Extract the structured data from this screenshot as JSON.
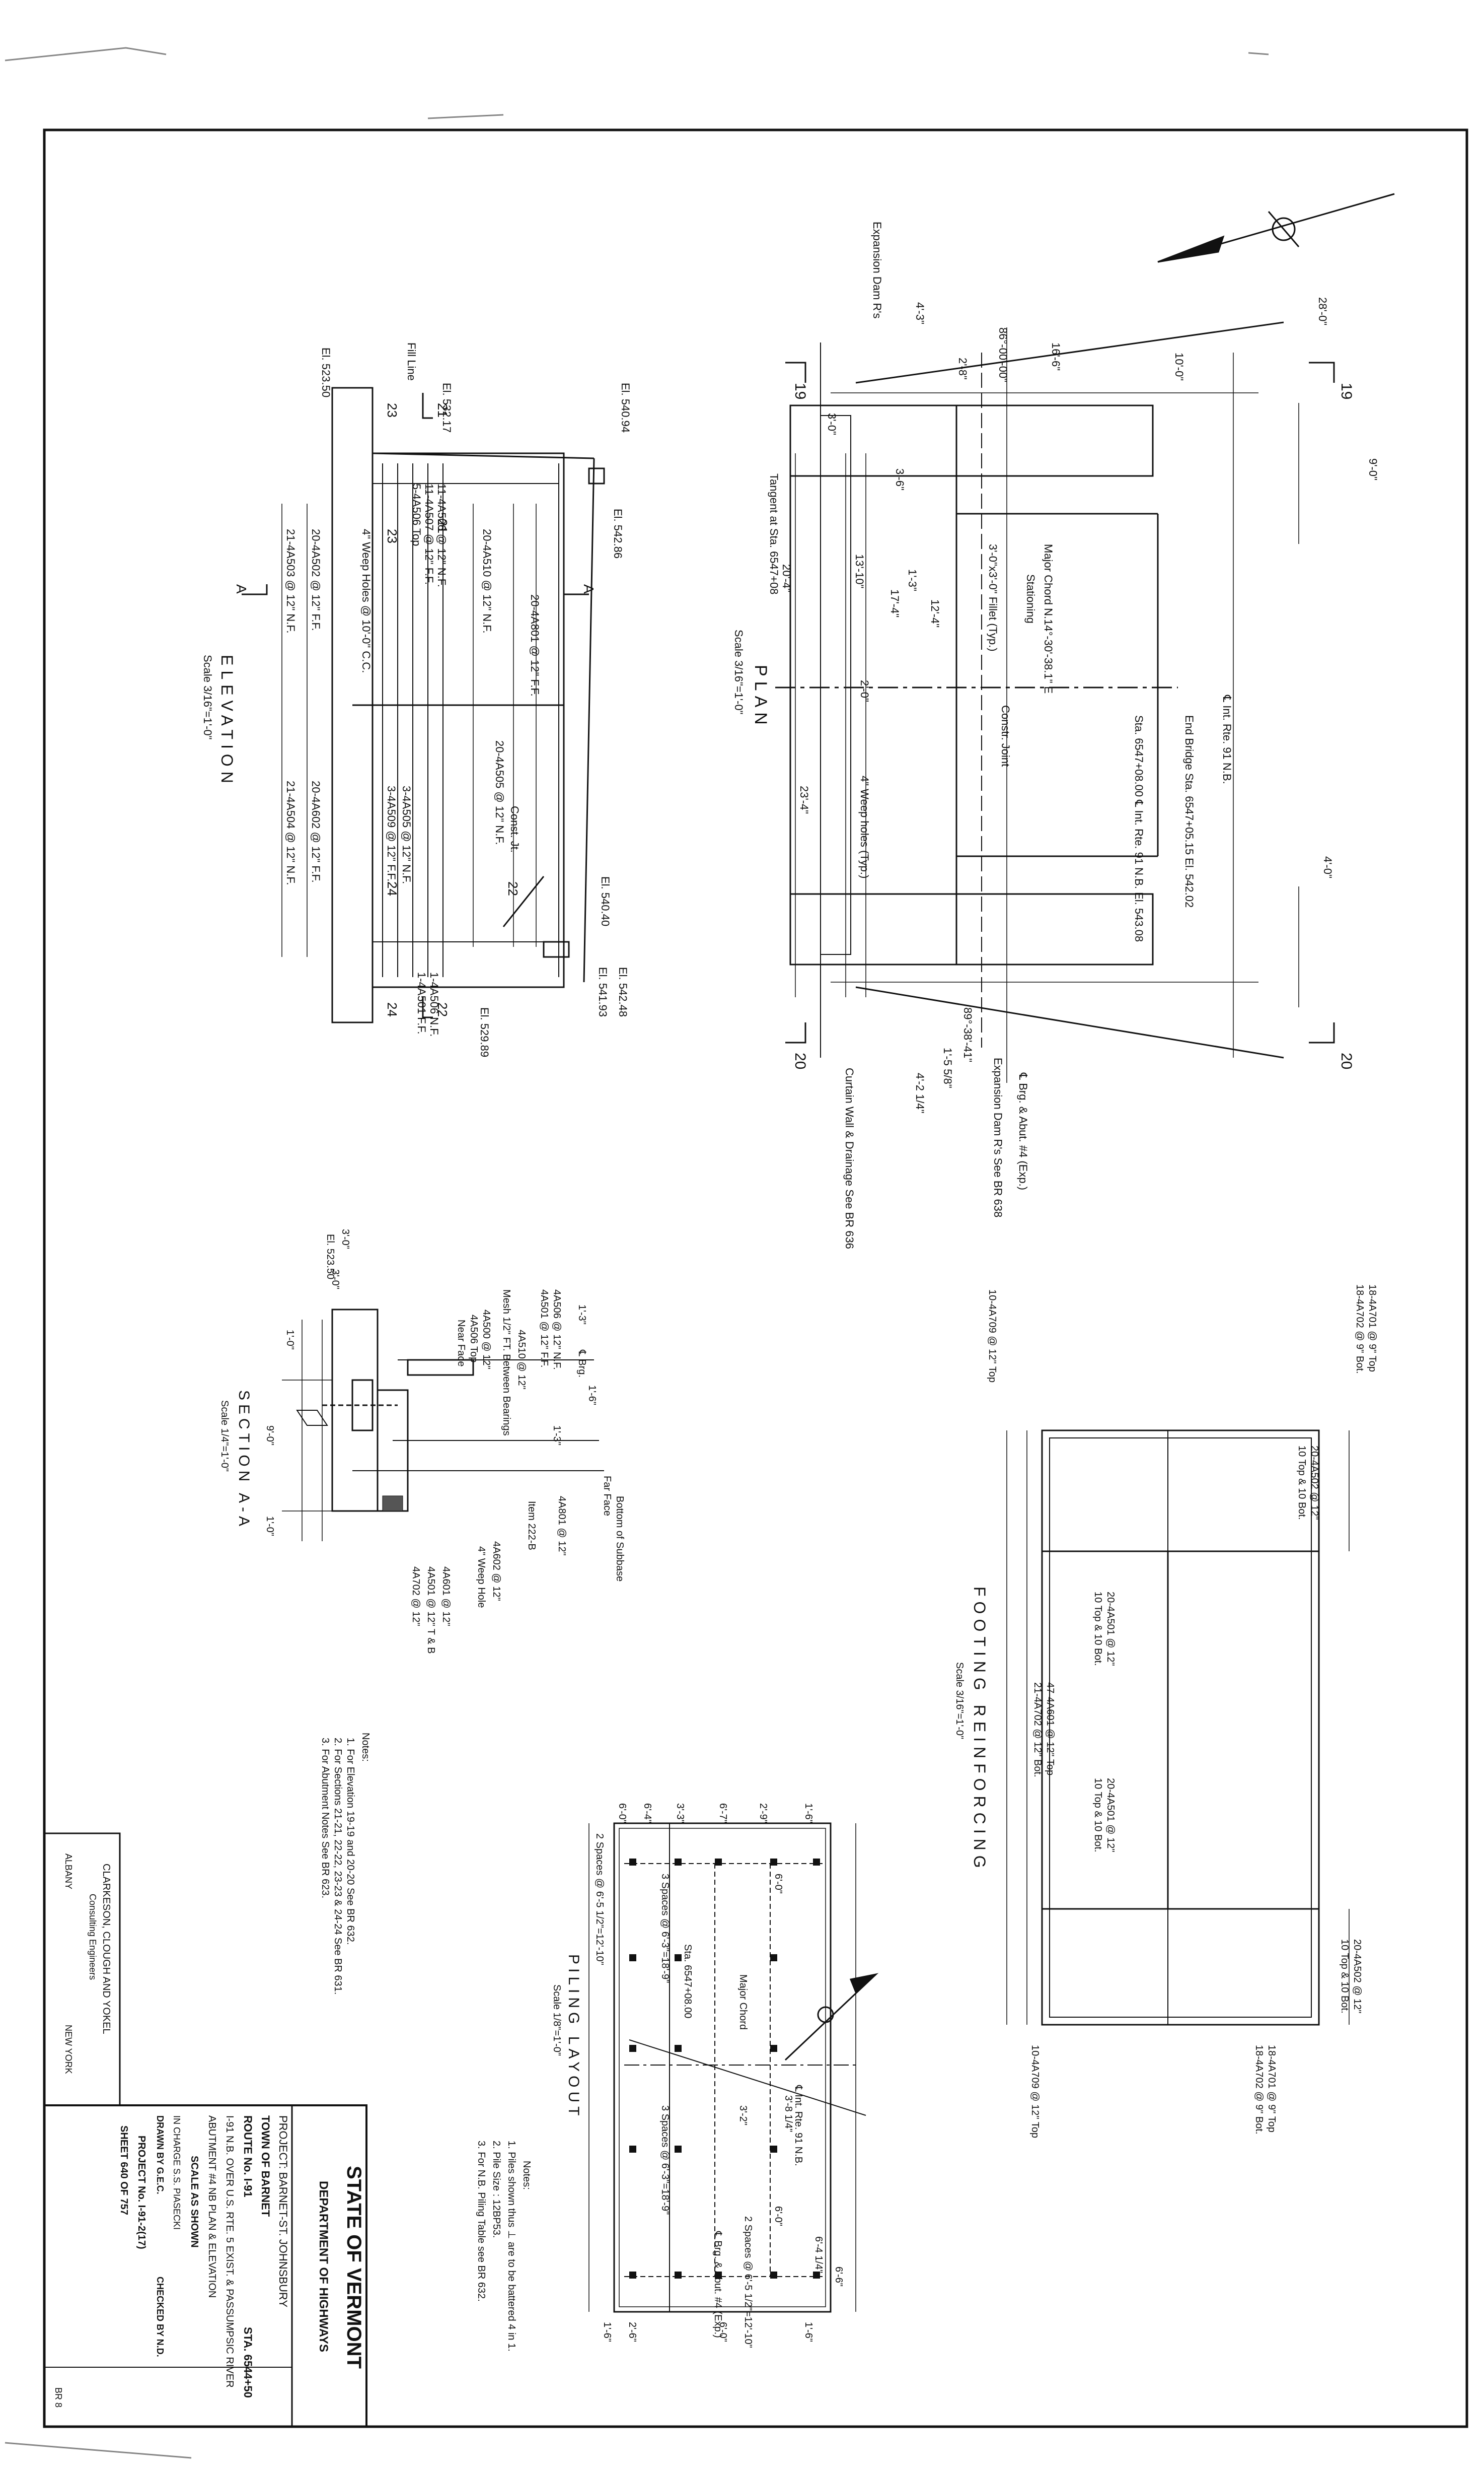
{
  "plan": {
    "title": "PLAN",
    "scale": "Scale 3/16\"=1'-0\"",
    "notes": [
      "Expansion Dam R's",
      "Tangent at Sta. 6547+08",
      "Major Chord N.14°-30'-38.1\" E",
      "Stationing",
      "3'-0\"x3'-0\" Fillet (Typ.)",
      "End Bridge Sta. 6547+05.15 El. 542.02",
      "Sta. 6547+08.00 ℄ Int. Rte. 91 N.B. El. 543.08",
      "℄ Int. Rte. 91 N.B.",
      "Constr. Joint",
      "4\" Weep holes (Typ.)",
      "Expansion Dam R's See BR 638",
      "℄ Brg. & Abut. #4 (Exp.)",
      "Curtain Wall & Drainage See BR 636"
    ],
    "dims": [
      "28'-0\"",
      "10'-0\"",
      "16'-6\"",
      "4'-3\"",
      "2'-8\"",
      "9'-0\"",
      "3'-0\"",
      "2'-0\"",
      "4'-0\"",
      "3'-6\"",
      "13'-10\"",
      "17'-4\"",
      "12'-4\"",
      "1'-3\"",
      "20'-4\"",
      "23'-4\"",
      "89°-38'-41\"",
      "1'-5 5/8\"",
      "4'-2 1/4\"",
      "86°-00'-00\""
    ],
    "sections": [
      "19",
      "19",
      "20",
      "20"
    ]
  },
  "elevation": {
    "title": "ELEVATION",
    "scale": "Scale 3/16\"=1'-0\"",
    "notes": [
      "El. 523.50",
      "Fill Line",
      "El. 532.17",
      "El. 540.94",
      "El. 542.86",
      "El. 540.40",
      "El. 542.48",
      "El. 541.93",
      "El. 529.89",
      "4\" Weep Holes @ 10'-0\" C.C.",
      "Const. Jt.",
      "20-4A801 @ 12\" F.F.",
      "20-4A510 @ 12\" N.F.",
      "21-4A503 @ 12\" N.F.",
      "20-4A502 @ 12\" F.F.",
      "20-4A505 @ 12\" N.F.",
      "20-4A602 @ 12\" F.F.",
      "21-4A504 @ 12\" N.F.",
      "3-4A505 @ 12\" N.F.",
      "3-4A509 @ 12\" F.F.",
      "11-4A506 @ 12\" N.F.",
      "11-4A507 @ 12\" F.F.",
      "5-4A506 Top",
      "1-4A506 N.F.",
      "1-4A501 F.F."
    ],
    "section_marks": [
      "A",
      "A",
      "21",
      "21",
      "22",
      "22",
      "23",
      "23",
      "24",
      "24"
    ]
  },
  "section_aa": {
    "title": "SECTION A-A",
    "scale": "Scale 1/4\"=1'-0\"",
    "notes": [
      "El. 523.50",
      "4A506 @ 12\" N.F.",
      "4A501 @ 12\" F.F.",
      "4A510 @ 12\"",
      "Mesh 1/2\" FT. Between Bearings",
      "4A500 @ 12\"",
      "4A506 Top",
      "Near Face",
      "℄ Brg.",
      "Far Face",
      "Bottom of Subbase",
      "4A801 @ 12\"",
      "Item 222-B",
      "4A602 @ 12\"",
      "4\" Weep Hole",
      "4A601 @ 12\"",
      "4A501 @ 12\" T & B",
      "4A702 @ 12\""
    ],
    "dims": [
      "3'-0\"",
      "3'-0\"",
      "1'-0\"",
      "9'-0\"",
      "1'-0\"",
      "1'-3\"",
      "1'-6\"",
      "1'-3\""
    ]
  },
  "footing": {
    "title": "FOOTING REINFORCING",
    "scale": "Scale 3/16\"=1'-0\"",
    "notes": [
      "18-4A701 @ 9\" Top",
      "18-4A702 @ 9\" Bot.",
      "20-4A502 @ 12\"",
      "10 Top & 10 Bot.",
      "20-4A501 @ 12\"",
      "10 Top & 10 Bot.",
      "47-4A601 @ 12\" Top",
      "21-4A702 @ 12\" Bot.",
      "20-4A501 @ 12\"",
      "10 Top & 10 Bot.",
      "10-4A709 @ 12\" Top",
      "10-4A709 @ 12\" Top",
      "20-4A502 @ 12\"",
      "10 Top & 10 Bot.",
      "18-4A701 @ 9\" Top",
      "18-4A702 @ 9\" Bot."
    ]
  },
  "piling": {
    "title": "PILING LAYOUT",
    "scale": "Scale 1/8\"=1'-0\"",
    "notes": [
      "Sta. 6547+08.00",
      "Major Chord",
      "℄ Int. Rte. 91 N.B.",
      "℄ Brg. & Abut. #4 (Exp.)",
      "2 Spaces @ 6'-5 1/2\"=12'-10\"",
      "2 Spaces @ 6'-5 1/2\"=12'-10\"",
      "3 Spaces @ 6'-3\"=18'-9\"",
      "3 Spaces @ 6'-3\"=18'-9\""
    ],
    "note_title": "Notes:",
    "pile_notes": [
      "1. Piles shown thus ⊥ are to be battered 4 in 1.",
      "2. Pile Size : 12BP53.",
      "3. For N.B. Piling Table see BR 632."
    ],
    "dims": [
      "1'-6\"",
      "1'-6\"",
      "3'-3\"",
      "6'-0\"",
      "6'-4\"",
      "6'-7\"",
      "2'-9\"",
      "2'-6\"",
      "6'-0\"",
      "6'-0\"",
      "3'-8 1/4\"",
      "6'-4 1/4\"",
      "6'-6\"",
      "3'-2\"",
      "1'-6\"",
      "6'-0\""
    ]
  },
  "general_notes": {
    "title": "Notes:",
    "items": [
      "1. For Elevation 19-19 and 20-20 See BR 632.",
      "2. For Sections 21-21, 22-22, 23-23 & 24-24 See BR 631.",
      "3. For Abutment Notes See BR 623."
    ]
  },
  "consultant": {
    "name": "CLARKESON, CLOUGH AND YOKEL",
    "role": "Consulting Engineers",
    "city_left": "ALBANY",
    "city_right": "NEW YORK"
  },
  "title_block": {
    "state": "STATE OF VERMONT",
    "dept": "DEPARTMENT OF HIGHWAYS",
    "project": "PROJECT: BARNET-ST. JOHNSBURY",
    "town": "TOWN OF   BARNET",
    "route": "ROUTE No.  I-91",
    "sta": "STA. 6544+50",
    "line1": "I-91 N.B. OVER U.S. RTE. 5 EXIST. & PASSUMPSIC RIVER",
    "line2": "ABUTMENT #4 NB PLAN & ELEVATION",
    "scale": "SCALE   AS SHOWN",
    "in_charge": "IN CHARGE   S.S. PIASECKI",
    "drawn": "DRAWN BY   G.E.C.",
    "checked": "CHECKED BY   N.D.",
    "project_no": "PROJECT No.  I-91-2(17)",
    "sheet": "SHEET   640   OF   757",
    "mark": "BR 8"
  }
}
